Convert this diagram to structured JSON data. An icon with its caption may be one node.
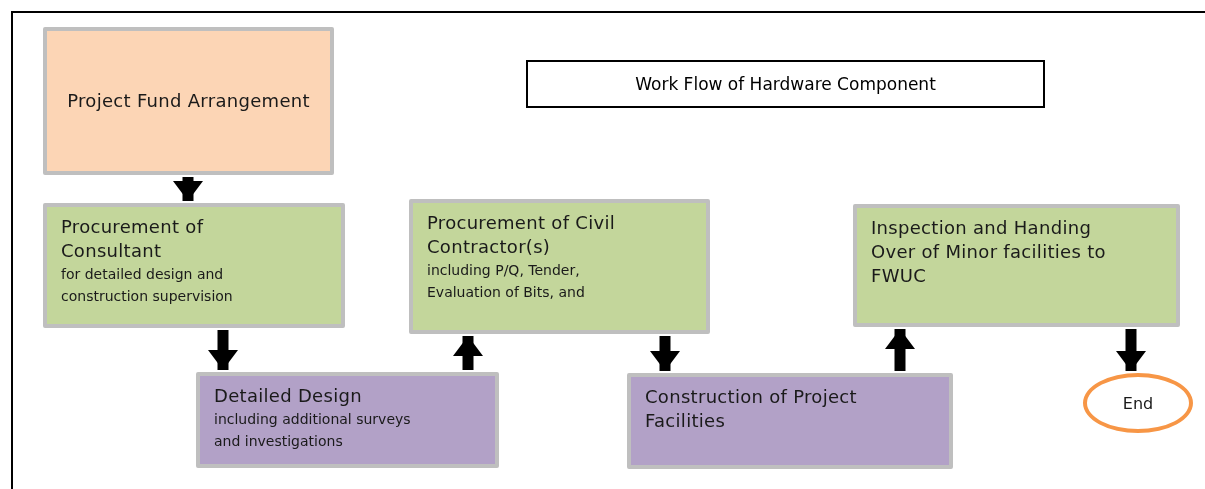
{
  "diagram": {
    "title": "Work Flow of Hardware Component",
    "nodes": [
      {
        "text": [
          "Project Fund Arrangement"
        ]
      },
      {
        "text": [
          "Procurement of Consultant",
          "for detailed design and construction supervision"
        ]
      },
      {
        "text": [
          "Detailed Design",
          "including additional surveys and investigations"
        ]
      },
      {
        "text": [
          "Procurement of Civil Contractor(s)",
          "including P/Q, Tender, Evaluation of Bits, and"
        ]
      },
      {
        "text": [
          "Construction of Project Facilities"
        ]
      },
      {
        "text": [
          "Inspection and Handing Over of Minor facilities to FWUC"
        ]
      },
      {
        "text": [
          "End"
        ]
      }
    ],
    "edges": [
      {
        "from": 0,
        "to": 1,
        "arrow": "to"
      },
      {
        "from": 1,
        "to": 2,
        "arrow": "to"
      },
      {
        "from": 2,
        "to": 3,
        "arrow": "to"
      },
      {
        "from": 3,
        "to": 4,
        "arrow": "to"
      },
      {
        "from": 4,
        "to": 5,
        "arrow": "to"
      },
      {
        "from": 5,
        "to": 6,
        "arrow": "to"
      }
    ]
  }
}
